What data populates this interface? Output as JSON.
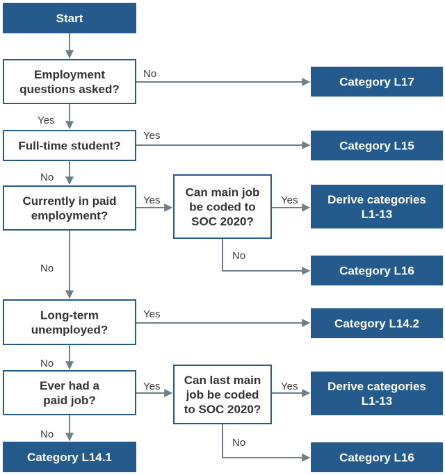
{
  "colors": {
    "filled": "#245b8c",
    "border": "#245b8c",
    "arrow": "#6f7f89",
    "filled_text": "#ffffff",
    "outlined_text": "#333333"
  },
  "nodes": {
    "start": {
      "kind": "filled",
      "lines": [
        "Start"
      ]
    },
    "q_employment": {
      "kind": "outline",
      "lines": [
        "Employment",
        "questions asked?"
      ]
    },
    "cat_l17": {
      "kind": "filled",
      "lines": [
        "Category L17"
      ]
    },
    "q_student": {
      "kind": "outline",
      "lines": [
        "Full-time student?"
      ]
    },
    "cat_l15": {
      "kind": "filled",
      "lines": [
        "Category L15"
      ]
    },
    "q_paid": {
      "kind": "outline",
      "lines": [
        "Currently in paid",
        "employment?"
      ]
    },
    "q_main_job": {
      "kind": "outline",
      "lines": [
        "Can main job",
        "be coded to",
        "SOC 2020?"
      ]
    },
    "derive_1": {
      "kind": "filled",
      "lines": [
        "Derive categories",
        "L1-13"
      ]
    },
    "cat_l16_a": {
      "kind": "filled",
      "lines": [
        "Category L16"
      ]
    },
    "q_longterm": {
      "kind": "outline",
      "lines": [
        "Long-term",
        "unemployed?"
      ]
    },
    "cat_l14_2": {
      "kind": "filled",
      "lines": [
        "Category L14.2"
      ]
    },
    "q_ever": {
      "kind": "outline",
      "lines": [
        "Ever had a",
        "paid job?"
      ]
    },
    "q_last_job": {
      "kind": "outline",
      "lines": [
        "Can last main",
        "job be coded",
        "to SOC 2020?"
      ]
    },
    "derive_2": {
      "kind": "filled",
      "lines": [
        "Derive categories",
        "L1-13"
      ]
    },
    "cat_l14_1": {
      "kind": "filled",
      "lines": [
        "Category L14.1"
      ]
    },
    "cat_l16_b": {
      "kind": "filled",
      "lines": [
        "Category L16"
      ]
    }
  },
  "edges": [
    {
      "id": "start-employment",
      "from": "start",
      "to": "q_employment",
      "label": ""
    },
    {
      "id": "employment-l17",
      "from": "q_employment",
      "to": "cat_l17",
      "label": "No"
    },
    {
      "id": "employment-student",
      "from": "q_employment",
      "to": "q_student",
      "label": "Yes"
    },
    {
      "id": "student-l15",
      "from": "q_student",
      "to": "cat_l15",
      "label": "Yes"
    },
    {
      "id": "student-paid",
      "from": "q_student",
      "to": "q_paid",
      "label": "No"
    },
    {
      "id": "paid-mainjob",
      "from": "q_paid",
      "to": "q_main_job",
      "label": "Yes"
    },
    {
      "id": "mainjob-derive",
      "from": "q_main_job",
      "to": "derive_1",
      "label": "Yes"
    },
    {
      "id": "mainjob-l16",
      "from": "q_main_job",
      "to": "cat_l16_a",
      "label": "No"
    },
    {
      "id": "paid-longterm",
      "from": "q_paid",
      "to": "q_longterm",
      "label": "No"
    },
    {
      "id": "longterm-l142",
      "from": "q_longterm",
      "to": "cat_l14_2",
      "label": "Yes"
    },
    {
      "id": "longterm-ever",
      "from": "q_longterm",
      "to": "q_ever",
      "label": "No"
    },
    {
      "id": "ever-lastjob",
      "from": "q_ever",
      "to": "q_last_job",
      "label": "Yes"
    },
    {
      "id": "lastjob-derive",
      "from": "q_last_job",
      "to": "derive_2",
      "label": "Yes"
    },
    {
      "id": "lastjob-l16",
      "from": "q_last_job",
      "to": "cat_l16_b",
      "label": "No"
    },
    {
      "id": "ever-l141",
      "from": "q_ever",
      "to": "cat_l14_1",
      "label": "No"
    }
  ]
}
